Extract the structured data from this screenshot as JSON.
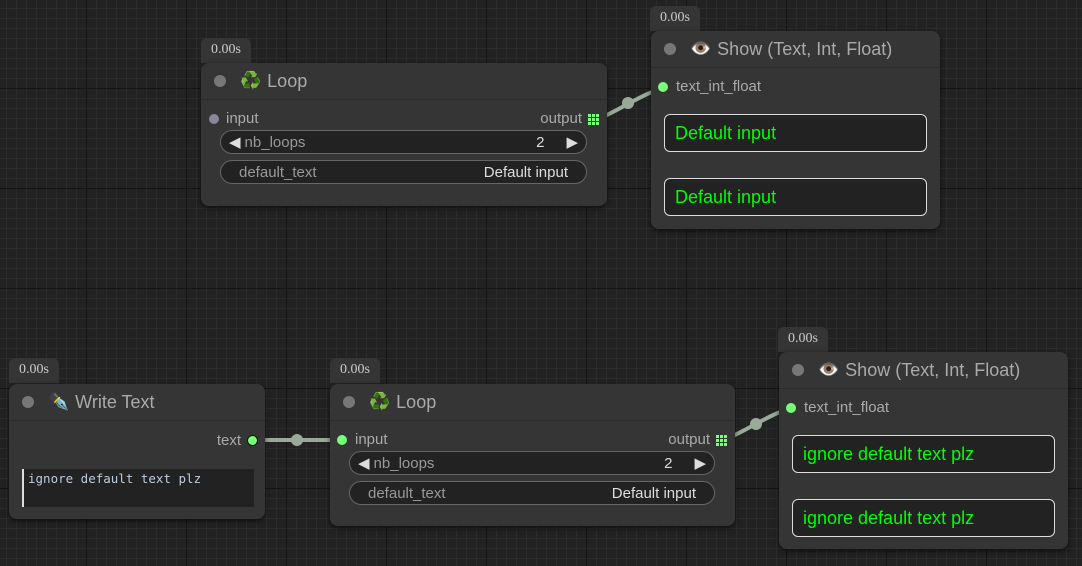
{
  "colors": {
    "link": "#9aaa9a",
    "slot_connected": "#7f7",
    "output_text": "#00ff00"
  },
  "nodes": {
    "loop1": {
      "timing": "0.00s",
      "icon": "recycle-icon",
      "emoji": "♻️",
      "title": "Loop",
      "input": "input",
      "output": "output",
      "nb_loops_label": "nb_loops",
      "nb_loops_value": "2",
      "default_text_label": "default_text",
      "default_text_value": "Default input"
    },
    "show1": {
      "timing": "0.00s",
      "icon": "eye-icon",
      "emoji": "👁️",
      "title": "Show (Text, Int, Float)",
      "input": "text_int_float",
      "outputs": [
        "Default input",
        "Default input"
      ]
    },
    "write": {
      "timing": "0.00s",
      "icon": "pen-icon",
      "emoji": "✒️",
      "title": "Write Text",
      "output": "text",
      "text_value": "ignore default text plz"
    },
    "loop2": {
      "timing": "0.00s",
      "icon": "recycle-icon",
      "emoji": "♻️",
      "title": "Loop",
      "input": "input",
      "output": "output",
      "nb_loops_label": "nb_loops",
      "nb_loops_value": "2",
      "default_text_label": "default_text",
      "default_text_value": "Default input"
    },
    "show2": {
      "timing": "0.00s",
      "icon": "eye-icon",
      "emoji": "👁️",
      "title": "Show (Text, Int, Float)",
      "input": "text_int_float",
      "outputs": [
        "ignore default text plz",
        "ignore default text plz"
      ]
    }
  }
}
